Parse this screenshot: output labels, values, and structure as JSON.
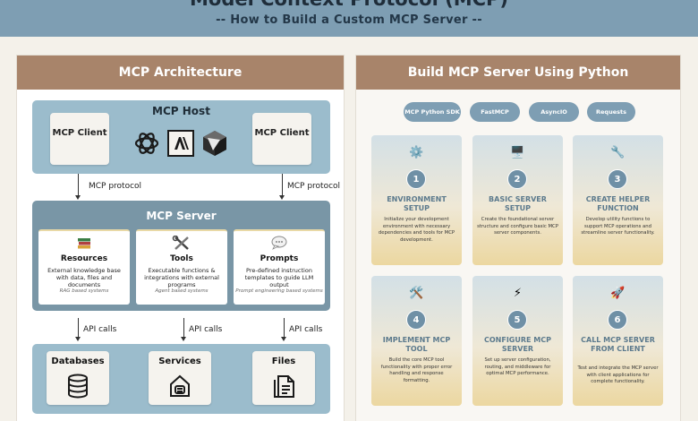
{
  "header": {
    "title": "Model Context Protocol (MCP)",
    "subtitle": "-- How to Build a Custom MCP Server --"
  },
  "left_panel": {
    "title": "MCP Architecture",
    "host": {
      "title": "MCP Host",
      "client_left": "MCP Client",
      "client_right": "MCP Client",
      "logos": [
        "openai-logo-icon",
        "anthropic-logo-icon",
        "cursor-logo-icon"
      ]
    },
    "protocol_left": "MCP protocol",
    "protocol_right": "MCP protocol",
    "server": {
      "title": "MCP Server",
      "cards": [
        {
          "name": "Resources",
          "icon": "books-icon",
          "desc": "External knowledge base with data, files and documents",
          "note": "RAG based systems"
        },
        {
          "name": "Tools",
          "icon": "tools-icon",
          "desc": "Executable functions & integrations with external programs",
          "note": "Agent based systems"
        },
        {
          "name": "Prompts",
          "icon": "speech-bubble-icon",
          "desc": "Pre-defined instruction templates to guide LLM output",
          "note": "Prompt engineering based systems"
        }
      ]
    },
    "api_calls": [
      "API calls",
      "API calls",
      "API calls"
    ],
    "sources": [
      {
        "name": "Databases",
        "icon": "database-icon"
      },
      {
        "name": "Services",
        "icon": "services-icon"
      },
      {
        "name": "Files",
        "icon": "files-icon"
      }
    ]
  },
  "right_panel": {
    "title": "Build MCP Server Using Python",
    "pills": [
      "MCP Python SDK",
      "FastMCP",
      "AsyncIO",
      "Requests"
    ],
    "steps": [
      {
        "num": "1",
        "icon": "⚙️",
        "title": "ENVIRONMENT SETUP",
        "desc": "Initialize your development environment with necessary dependencies and tools for MCP development."
      },
      {
        "num": "2",
        "icon": "🖥️",
        "title": "BASIC SERVER SETUP",
        "desc": "Create the foundational server structure and configure basic MCP server components."
      },
      {
        "num": "3",
        "icon": "🔧",
        "title": "CREATE HELPER FUNCTION",
        "desc": "Develop utility functions to support MCP operations and streamline server functionality."
      },
      {
        "num": "4",
        "icon": "🛠️",
        "title": "IMPLEMENT MCP TOOL",
        "desc": "Build the core MCP tool functionality with proper error handling and response formatting."
      },
      {
        "num": "5",
        "icon": "⚡",
        "title": "CONFIGURE MCP SERVER",
        "desc": "Set up server configuration, routing, and middleware for optimal MCP performance."
      },
      {
        "num": "6",
        "icon": "🚀",
        "title": "CALL MCP SERVER FROM CLIENT",
        "desc": "Test and integrate the MCP server with client applications for complete functionality."
      }
    ]
  },
  "colors": {
    "header_bg": "#7e9eb3",
    "panel_title_bg": "#a8846a",
    "host_bg": "#9bbccc",
    "server_bg": "#7996a6",
    "step_number_bg": "#6f90a6",
    "step_title": "#5c7a8d"
  }
}
